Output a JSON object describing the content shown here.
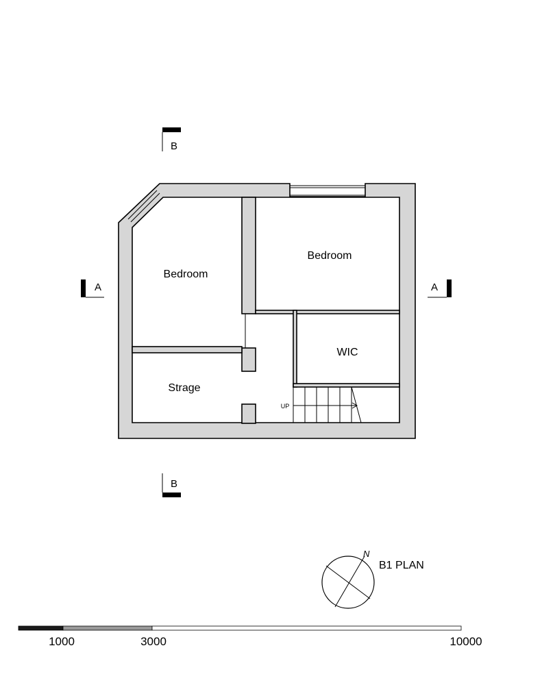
{
  "rooms": {
    "bedroom_left": "Bedroom",
    "bedroom_right": "Bedroom",
    "wic": "WIC",
    "storage": "Strage"
  },
  "stair_label": "UP",
  "section_marks": {
    "a_left": "A",
    "a_right": "A",
    "b_top": "B",
    "b_bottom": "B"
  },
  "north_label": "N",
  "plan_title": "B1 PLAN",
  "scale_bar": {
    "labels": [
      "1000",
      "3000",
      "10000"
    ],
    "colors": [
      "#1a1a1a",
      "#9a9a9a",
      "#ffffff"
    ]
  }
}
